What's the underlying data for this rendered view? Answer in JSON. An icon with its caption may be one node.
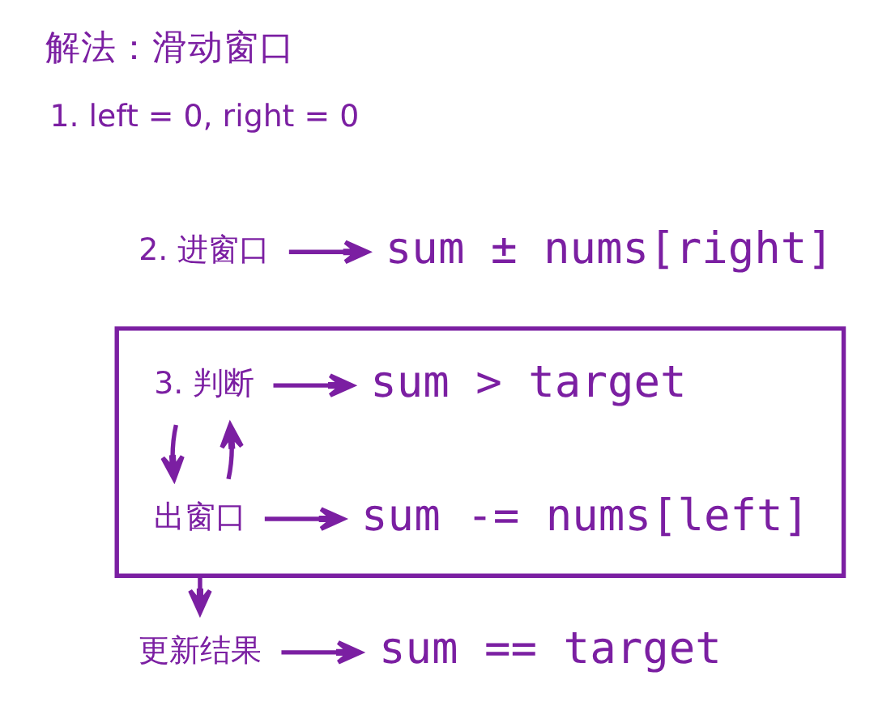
{
  "diagram": {
    "title": "解法：滑动窗口",
    "nodes": [
      {
        "text": [
          "2. 进窗口"
        ]
      },
      {
        "text": [
          "sum ± nums[right]"
        ]
      },
      {
        "text": [],
        "shape": "box"
      },
      {
        "text": [
          "3. 判断"
        ],
        "in": 2
      },
      {
        "text": [
          "sum > target"
        ],
        "in": 2
      },
      {
        "text": [
          "出窗口"
        ],
        "in": 2
      },
      {
        "text": [
          "sum -= nums[left]"
        ],
        "in": 2
      },
      {
        "text": [
          "更新结果"
        ]
      },
      {
        "text": [
          "sum == target"
        ]
      }
    ],
    "edges": [
      {
        "from": 0,
        "to": 1,
        "arrow": "to"
      },
      {
        "from": 3,
        "to": 4,
        "arrow": "to"
      },
      {
        "from": 3,
        "to": 5,
        "arrow": "to"
      },
      {
        "from": 5,
        "to": 3,
        "arrow": "to"
      },
      {
        "from": 5,
        "to": 6,
        "arrow": "to"
      },
      {
        "from": 2,
        "to": 7,
        "arrow": "to"
      },
      {
        "from": 7,
        "to": 8,
        "arrow": "to"
      }
    ],
    "labels": [
      "1. left = 0, right = 0"
    ]
  }
}
